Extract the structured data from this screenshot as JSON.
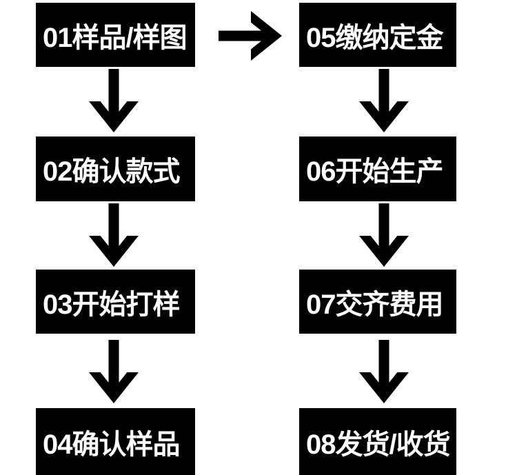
{
  "flowchart": {
    "steps": [
      {
        "id": "01",
        "label": "01样品/样图",
        "column": "left",
        "row": 1
      },
      {
        "id": "02",
        "label": "02确认款式",
        "column": "left",
        "row": 2
      },
      {
        "id": "03",
        "label": "03开始打样",
        "column": "left",
        "row": 3
      },
      {
        "id": "04",
        "label": "04确认样品",
        "column": "left",
        "row": 4
      },
      {
        "id": "05",
        "label": "05缴纳定金",
        "column": "right",
        "row": 1
      },
      {
        "id": "06",
        "label": "06开始生产",
        "column": "right",
        "row": 2
      },
      {
        "id": "07",
        "label": "07交齐费用",
        "column": "right",
        "row": 3
      },
      {
        "id": "08",
        "label": "08发货/收货",
        "column": "right",
        "row": 4
      }
    ],
    "connections": [
      {
        "from": "01",
        "to": "02",
        "direction": "down"
      },
      {
        "from": "02",
        "to": "03",
        "direction": "down"
      },
      {
        "from": "03",
        "to": "04",
        "direction": "down"
      },
      {
        "from": "01",
        "to": "05",
        "direction": "right"
      },
      {
        "from": "05",
        "to": "06",
        "direction": "down"
      },
      {
        "from": "06",
        "to": "07",
        "direction": "down"
      },
      {
        "from": "07",
        "to": "08",
        "direction": "down"
      }
    ],
    "colors": {
      "box_background": "#000000",
      "box_text": "#ffffff",
      "arrow": "#000000",
      "page_background": "#ffffff"
    }
  }
}
